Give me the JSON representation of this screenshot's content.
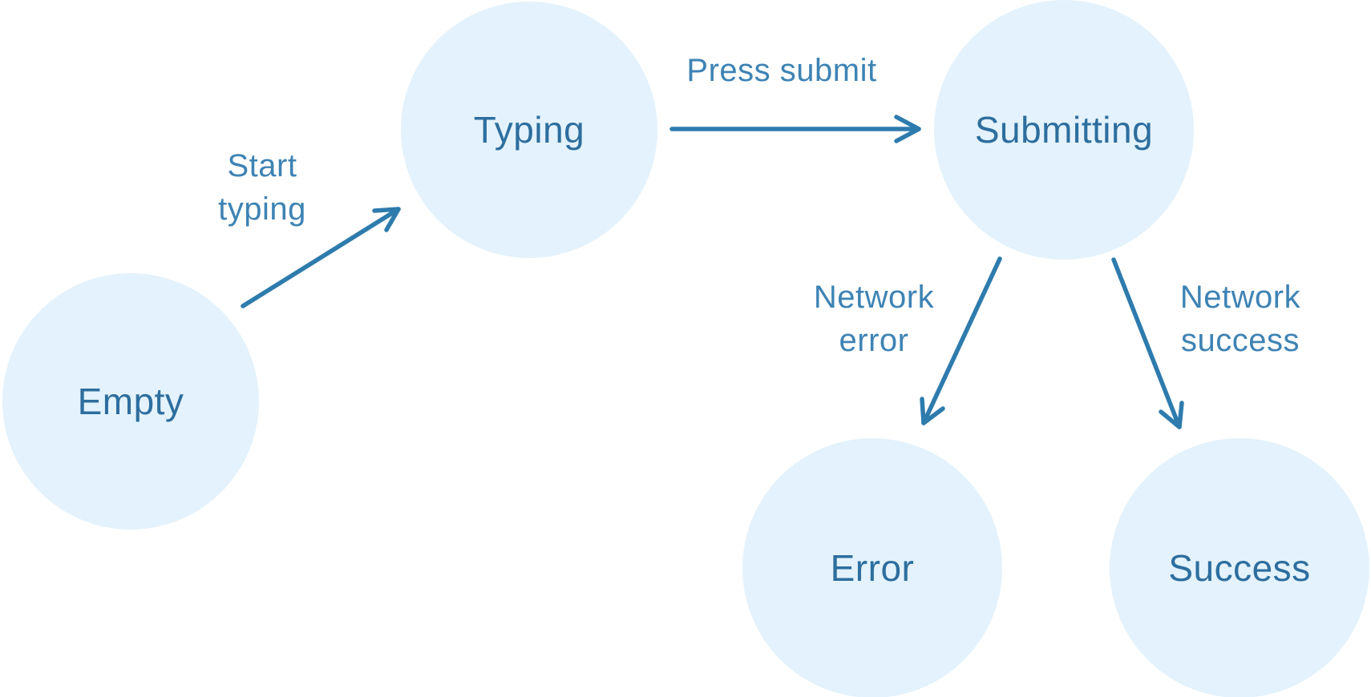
{
  "diagram": {
    "type": "state-machine",
    "nodes": [
      {
        "id": "empty",
        "label": "Empty"
      },
      {
        "id": "typing",
        "label": "Typing"
      },
      {
        "id": "submitting",
        "label": "Submitting"
      },
      {
        "id": "error",
        "label": "Error"
      },
      {
        "id": "success",
        "label": "Success"
      }
    ],
    "edges": [
      {
        "from": "empty",
        "to": "typing",
        "label": "Start typing"
      },
      {
        "from": "typing",
        "to": "submitting",
        "label": "Press submit"
      },
      {
        "from": "submitting",
        "to": "error",
        "label": "Network error"
      },
      {
        "from": "submitting",
        "to": "success",
        "label": "Network success"
      }
    ],
    "colors": {
      "background": "#ffffff",
      "node_fill": "#e3f2fc",
      "node_text": "#2d6e9e",
      "arrow_stroke": "#2e7bad",
      "edge_label_text": "#3e83b4"
    }
  }
}
